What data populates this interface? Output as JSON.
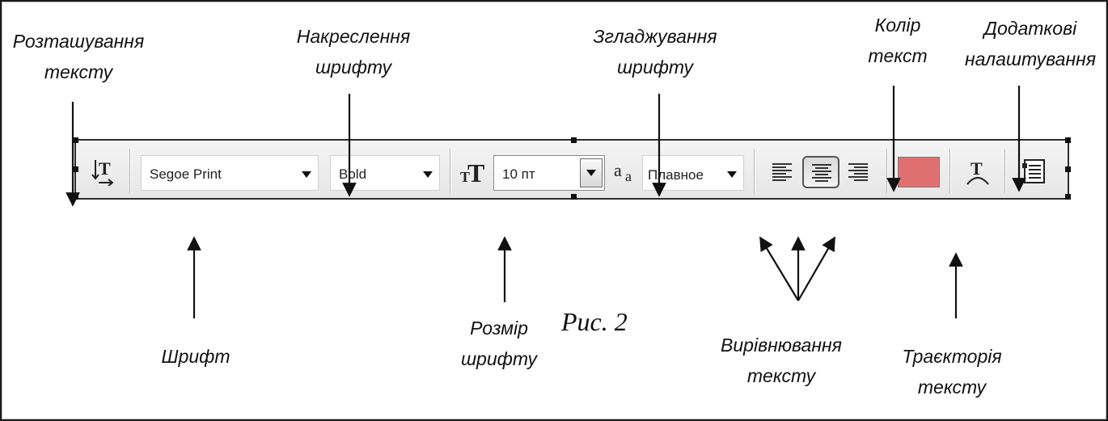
{
  "labels": {
    "text_orientation": [
      "Розташування",
      "тексту"
    ],
    "font_style": [
      "Накреслення",
      "шрифту"
    ],
    "antialiasing": [
      "Згладжування",
      "шрифту"
    ],
    "text_color": [
      "Колір",
      "текст"
    ],
    "extra_settings": [
      "Додаткові",
      "налаштування"
    ],
    "font": [
      "Шрифт"
    ],
    "font_size": [
      "Розмір",
      "шрифту"
    ],
    "alignment": [
      "Вирівнювання",
      "тексту"
    ],
    "warp": [
      "Траєкторія",
      "тексту"
    ]
  },
  "caption": "Рис. 2",
  "toolbar": {
    "font_family": "Segoe Print",
    "font_style": "Bold",
    "font_size": "10 пт",
    "antialias": "Плавное",
    "text_color": "#e07070",
    "icons": [
      "orientation-icon",
      "font-size-icon",
      "antialias-icon",
      "align-left-icon",
      "align-center-icon",
      "align-right-icon",
      "warp-text-icon",
      "character-panel-icon"
    ],
    "active_alignment": "center"
  }
}
